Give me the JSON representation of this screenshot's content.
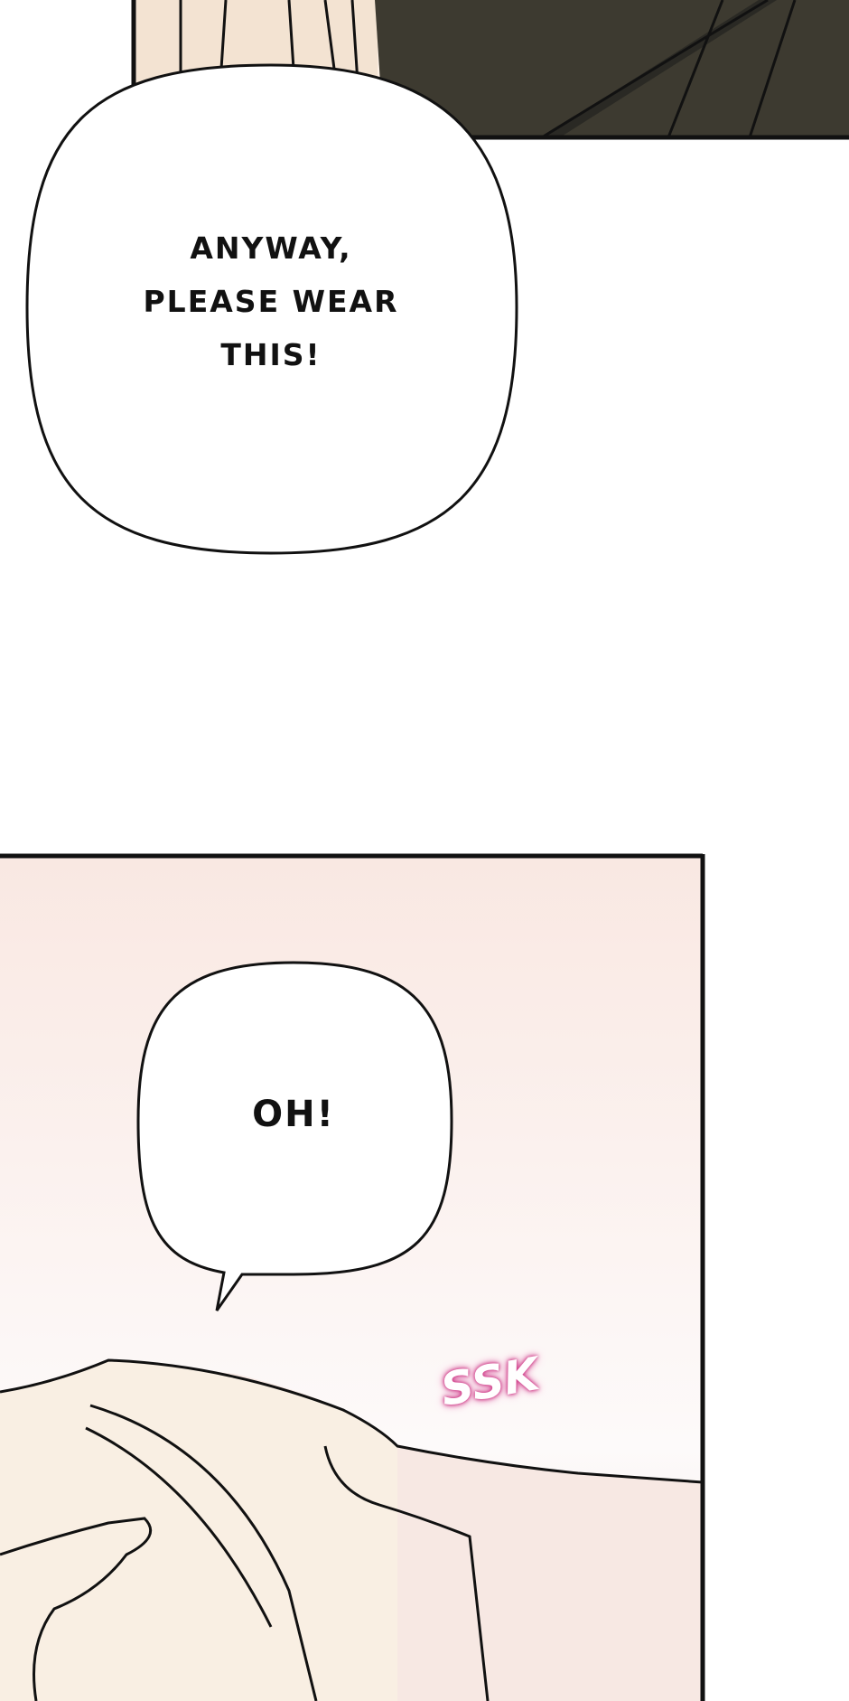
{
  "panels": [
    {
      "bubble_lines": [
        "ANYWAY,",
        "PLEASE WEAR",
        "THIS!"
      ]
    },
    {
      "bubble_text": "OH!",
      "sound_effect": "SSK"
    }
  ],
  "colors": {
    "skin": "#fdf1e6",
    "coat": "#3d3a30",
    "panel_bg": "#f9ebe6",
    "sfx_glow": "#d0408a"
  }
}
